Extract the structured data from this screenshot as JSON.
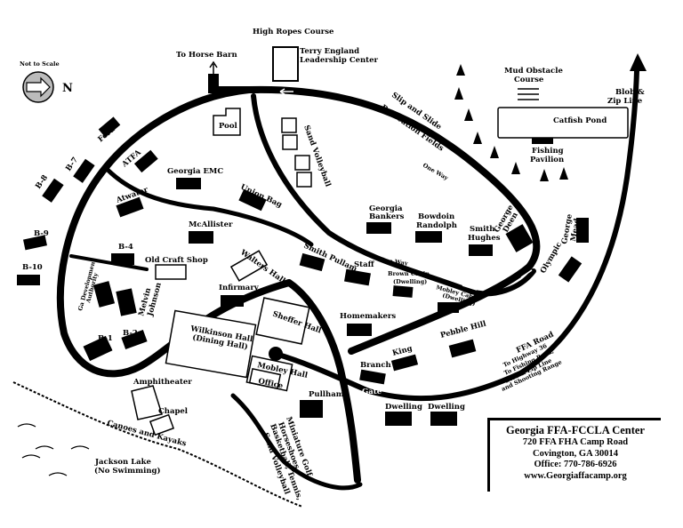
{
  "legend": {
    "scale_note": "Not to Scale",
    "north_label": "N"
  },
  "buildings": {
    "high_ropes": "High Ropes Course",
    "terry_england": "Terry England",
    "terry_england_2": "Leadership Center",
    "horse_barn": "To Horse Barn",
    "pool": "Pool",
    "ford": "Ford",
    "atfa": "ATFA",
    "georgia_emc": "Georgia EMC",
    "union_bag": "Union Bag",
    "sand_volleyball": "Sand Volleyball",
    "b7": "B-7",
    "b8": "B-8",
    "b9": "B-9",
    "b10": "B-10",
    "b4": "B-4",
    "b1": "B-1",
    "b2": "B-2",
    "atwater": "Atwater",
    "mcallister": "McAllister",
    "walters_hall": "Walters Hall",
    "old_craft_shop": "Old Craft Shop",
    "infirmary": "Infirmary",
    "ga_dev_1": "Ga Development",
    "ga_dev_2": "Authority",
    "melvin_johnson_1": "Melvin",
    "melvin_johnson_2": "Johnson",
    "wilkinson_1": "Wilkinson Hall",
    "wilkinson_2": "(Dining Hall)",
    "sheffer_hall": "Sheffer Hall",
    "mobley_hall": "Mobley Hall",
    "office": "Office",
    "pullham": "Pullham",
    "smith_pullam": "Smith Pullam",
    "staff": "Staff",
    "brown_cabin_1": "Brown Cabin",
    "brown_cabin_2": "(Dwelling)",
    "mobley_cabin_1": "Mobley Cabin",
    "mobley_cabin_2": "(Dwelling)",
    "homemakers": "Homemakers",
    "georgia_bankers_1": "Georgia",
    "georgia_bankers_2": "Bankers",
    "bowdoin_1": "Bowdoin",
    "bowdoin_2": "Randolph",
    "smith_hughes_1": "Smith",
    "smith_hughes_2": "Hughes",
    "george_deen_1": "George",
    "george_deen_2": "Deen",
    "george_mead_1": "George",
    "george_mead_2": "Mead",
    "olympic": "Olympic",
    "pebble_hill": "Pebble Hill",
    "king": "King",
    "branch": "Branch",
    "gate": "Gate",
    "dwelling_1": "Dwelling",
    "dwelling_2": "Dwelling",
    "amphitheater": "Amphitheater",
    "chapel": "Chapel",
    "canoes": "Canoes and Kayaks",
    "jackson_lake_1": "Jackson Lake",
    "jackson_lake_2": "(No Swimming)",
    "mud_obstacle_1": "Mud Obstacle",
    "mud_obstacle_2": "Course",
    "catfish_pond": "Catfish Pond",
    "fishing_pavilion_1": "Fishing",
    "fishing_pavilion_2": "Pavilion",
    "blob_zip_1": "Blob &",
    "blob_zip_2": "Zip Line",
    "slip_slide_1": "Slip and Slide",
    "slip_slide_2": "Recreation Fields",
    "one_way_1": "One Way",
    "one_way_2": "One Way",
    "misc_1": "Miniature Golf,",
    "misc_2": "Horseshoes,",
    "misc_3": "Basketball, Tennis,",
    "misc_4": "Sand Volleyball",
    "ffa_road_1": "FFA Road",
    "ffa_road_2": "To Highway 36",
    "ffa_road_3": "To Fishing Pond,",
    "ffa_road_4": "Blob & Zip Line",
    "ffa_road_5": "and Shooting Range"
  },
  "info": {
    "title": "Georgia FFA-FCCLA Center",
    "address": "720 FFA FHA Camp Road",
    "city": "Covington, GA 30014",
    "phone": "Office: 770-786-6926",
    "website": "www.Georgiaffacamp.org"
  }
}
